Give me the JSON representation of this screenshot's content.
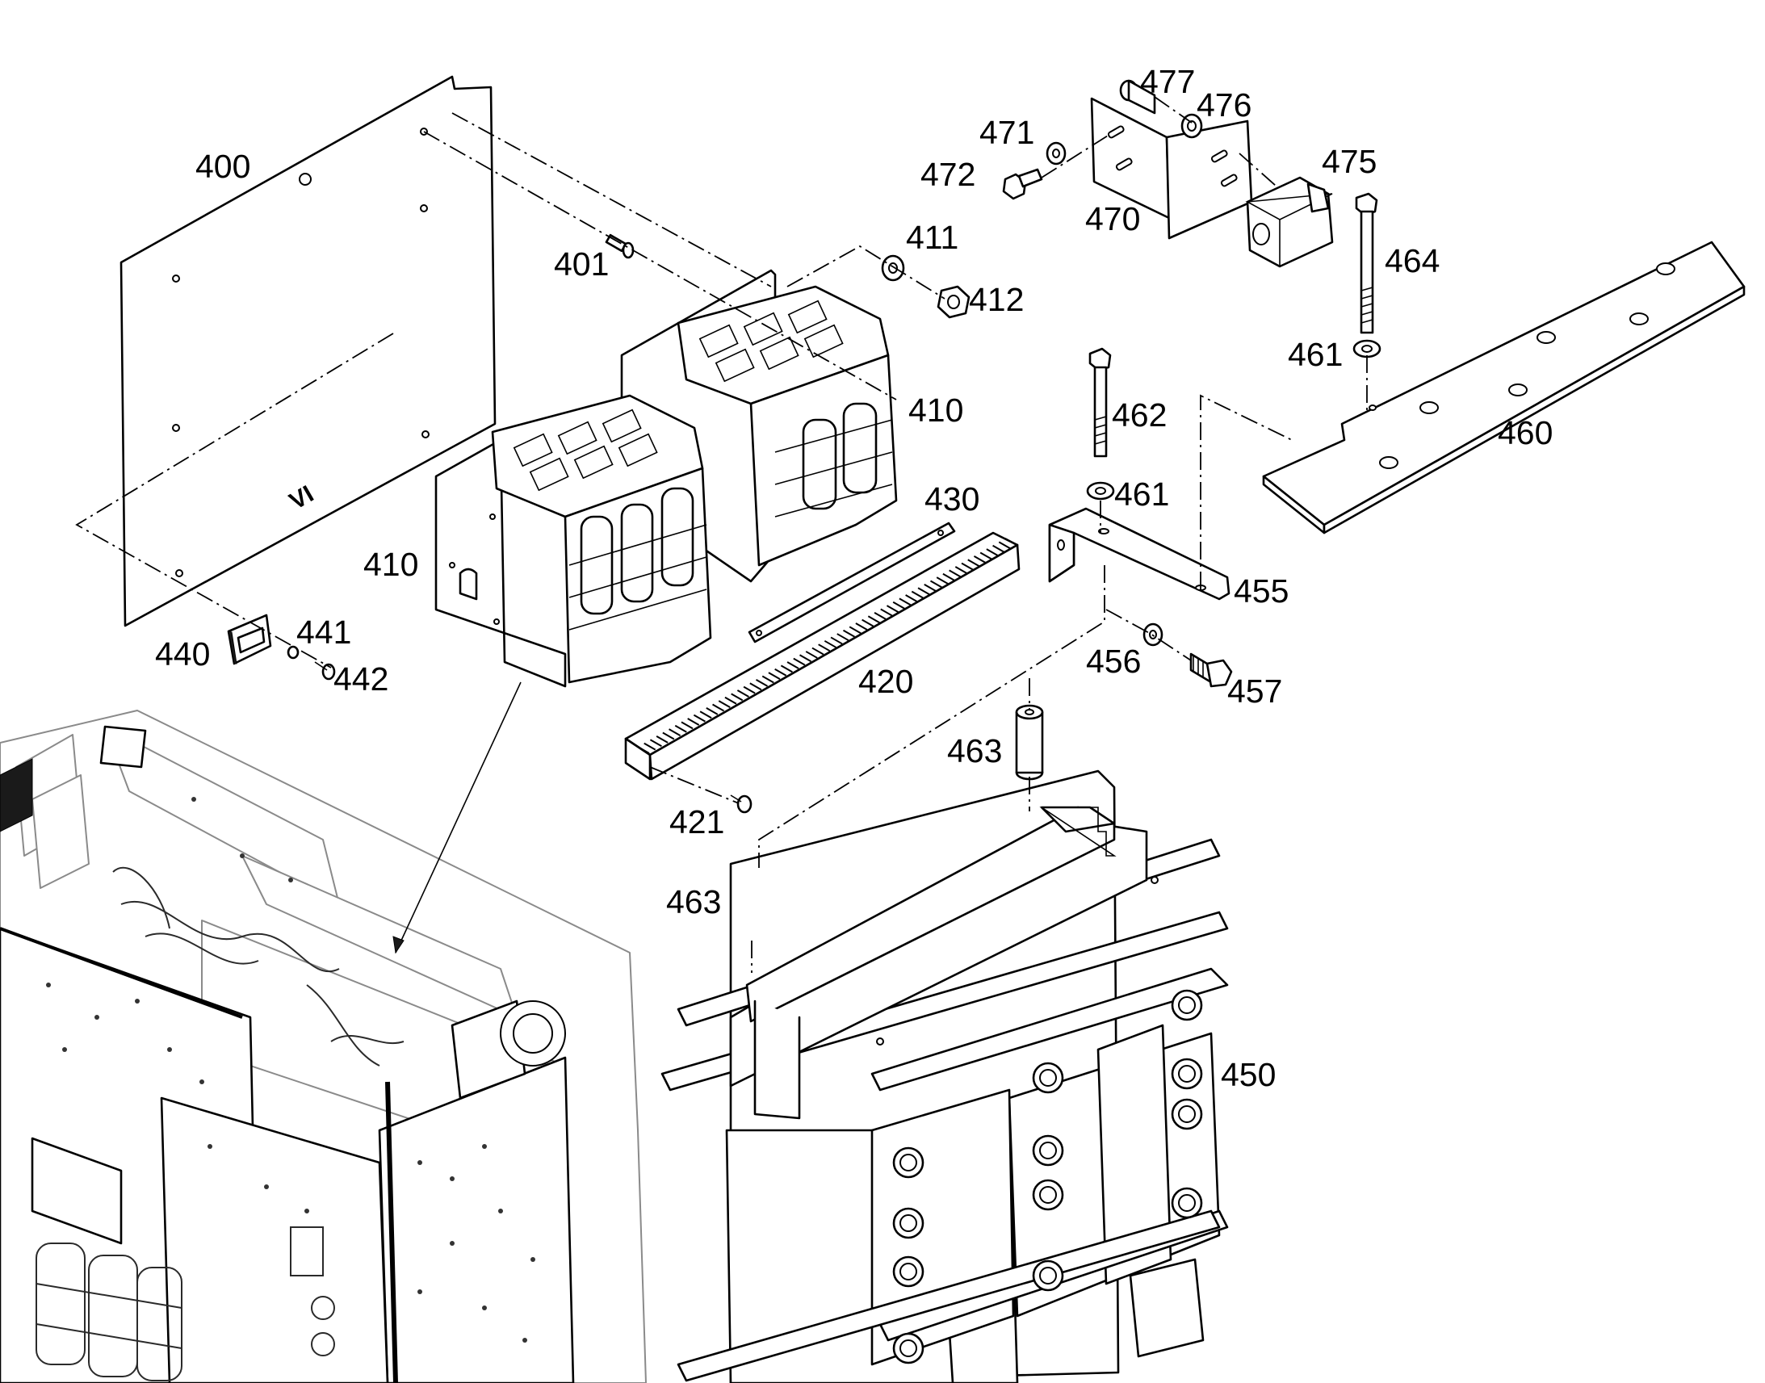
{
  "diagram": {
    "panel_marking": "VI",
    "callouts": [
      {
        "id": "c400",
        "text": "400"
      },
      {
        "id": "c401",
        "text": "401"
      },
      {
        "id": "c410a",
        "text": "410"
      },
      {
        "id": "c410b",
        "text": "410"
      },
      {
        "id": "c411",
        "text": "411"
      },
      {
        "id": "c412",
        "text": "412"
      },
      {
        "id": "c420",
        "text": "420"
      },
      {
        "id": "c421",
        "text": "421"
      },
      {
        "id": "c430",
        "text": "430"
      },
      {
        "id": "c440",
        "text": "440"
      },
      {
        "id": "c441",
        "text": "441"
      },
      {
        "id": "c442",
        "text": "442"
      },
      {
        "id": "c450",
        "text": "450"
      },
      {
        "id": "c455",
        "text": "455"
      },
      {
        "id": "c456",
        "text": "456"
      },
      {
        "id": "c457",
        "text": "457"
      },
      {
        "id": "c460",
        "text": "460"
      },
      {
        "id": "c461a",
        "text": "461"
      },
      {
        "id": "c461b",
        "text": "461"
      },
      {
        "id": "c462",
        "text": "462"
      },
      {
        "id": "c463a",
        "text": "463"
      },
      {
        "id": "c463b",
        "text": "463"
      },
      {
        "id": "c464",
        "text": "464"
      },
      {
        "id": "c470",
        "text": "470"
      },
      {
        "id": "c471",
        "text": "471"
      },
      {
        "id": "c472",
        "text": "472"
      },
      {
        "id": "c475",
        "text": "475"
      },
      {
        "id": "c476",
        "text": "476"
      },
      {
        "id": "c477",
        "text": "477"
      }
    ]
  }
}
